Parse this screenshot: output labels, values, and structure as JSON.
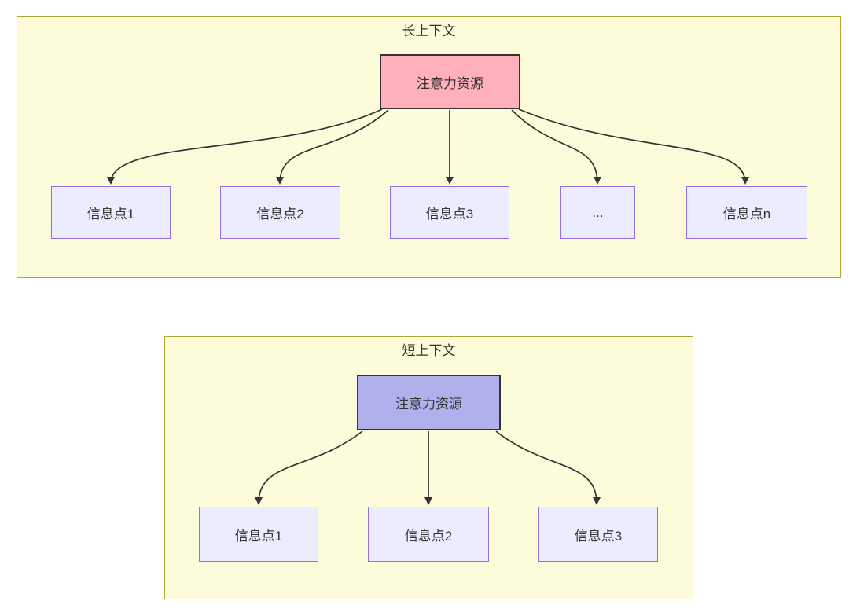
{
  "colors": {
    "container_fill": "#fcfcdb",
    "container_border": "#aaaa33",
    "attention_long_fill": "#ffb0b8",
    "attention_short_fill": "#b0b0ec",
    "attention_border": "#333333",
    "node_fill": "#ececff",
    "node_border": "#9370db",
    "line": "#333333",
    "text": "#333333"
  },
  "long_context": {
    "title": "长上下文",
    "attention_label": "注意力资源",
    "info_points": [
      "信息点1",
      "信息点2",
      "信息点3",
      "...",
      "信息点n"
    ]
  },
  "short_context": {
    "title": "短上下文",
    "attention_label": "注意力资源",
    "info_points": [
      "信息点1",
      "信息点2",
      "信息点3"
    ]
  }
}
